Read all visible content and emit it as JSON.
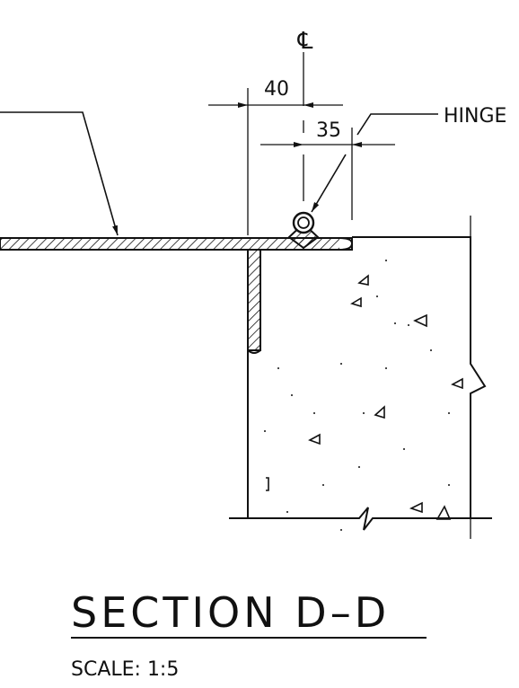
{
  "drawing": {
    "centerline_symbol": "℄",
    "dimensions": [
      {
        "label": "40"
      },
      {
        "label": "35"
      }
    ],
    "callouts": [
      {
        "label": "HINGE"
      }
    ],
    "title": "SECTION D–D",
    "scale": "SCALE: 1:5",
    "line_color": "#111111",
    "background_color": "#ffffff"
  }
}
